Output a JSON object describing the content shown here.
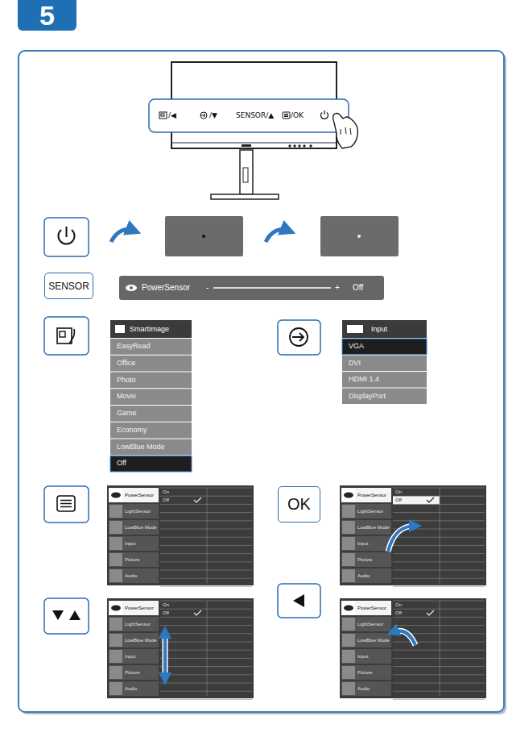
{
  "diagram": {
    "title": "5",
    "nodes": [
      {
        "text": [
          "SENSOR"
        ]
      },
      {
        "text": [
          "PowerSensor",
          "-",
          "+",
          "Off"
        ]
      },
      {
        "text": [
          "SmartImage",
          "EasyRead",
          "Office",
          "Photo",
          "Movie",
          "Game",
          "Economy",
          "LowBlue Mode",
          "Off"
        ]
      },
      {
        "text": [
          "Input",
          "VGA",
          "DVI",
          "HDMI 1.4",
          "DisplayPort"
        ]
      },
      {
        "text": [
          "PowerSensor",
          "LightSensor",
          "LowBlue Mode",
          "Input",
          "Picture",
          "Audio",
          "On",
          "Off"
        ]
      },
      {
        "text": [
          "OK"
        ]
      },
      {
        "text": [
          "PowerSensor",
          "LightSensor",
          "LowBlue Mode",
          "Input",
          "Picture",
          "Audio",
          "On",
          "Off"
        ]
      },
      {
        "text": [
          "PowerSensor",
          "LightSensor",
          "LowBlue Mode",
          "Input",
          "Picture",
          "Audio",
          "On",
          "Off"
        ]
      },
      {
        "text": [
          "PowerSensor",
          "LightSensor",
          "LowBlue Mode",
          "Input",
          "Picture",
          "Audio",
          "On",
          "Off"
        ]
      }
    ],
    "labels": [
      "/◀",
      "/▼",
      "SENSOR/▲",
      "/OK"
    ]
  }
}
